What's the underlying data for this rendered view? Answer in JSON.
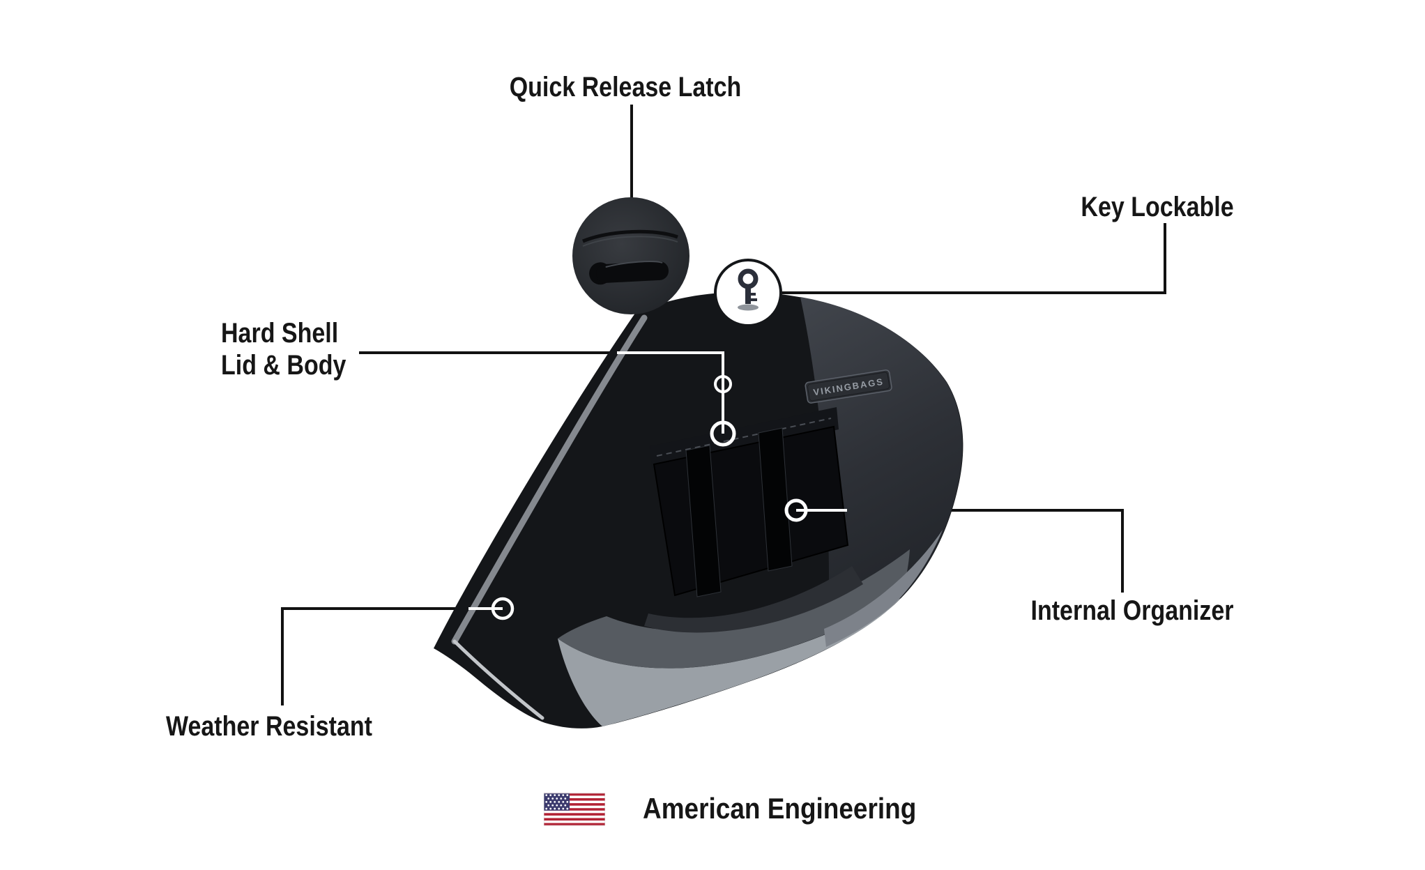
{
  "callouts": {
    "quick_release_latch": {
      "label": "Quick Release Latch"
    },
    "key_lockable": {
      "label": "Key Lockable"
    },
    "hard_shell": {
      "line1": "Hard Shell",
      "line2": "Lid & Body"
    },
    "internal_organizer": {
      "label": "Internal Organizer"
    },
    "weather_resistant": {
      "label": "Weather Resistant"
    }
  },
  "badge": {
    "text": "VIKINGBAGS"
  },
  "footer": {
    "text": "American Engineering"
  },
  "colors": {
    "bag_black": "#141619",
    "accent_gray": "#85898f",
    "side_panel_dark": "#3f434a",
    "side_panel_light": "#7d828a",
    "bottom_light_gray": "#9aa0a6",
    "bottom_mid_gray": "#565b61",
    "pocket_black": "#0a0b0e",
    "connector_line": "#111111",
    "flag_red": "#B22234",
    "flag_blue": "#3C3B6E",
    "text": "#161616"
  }
}
